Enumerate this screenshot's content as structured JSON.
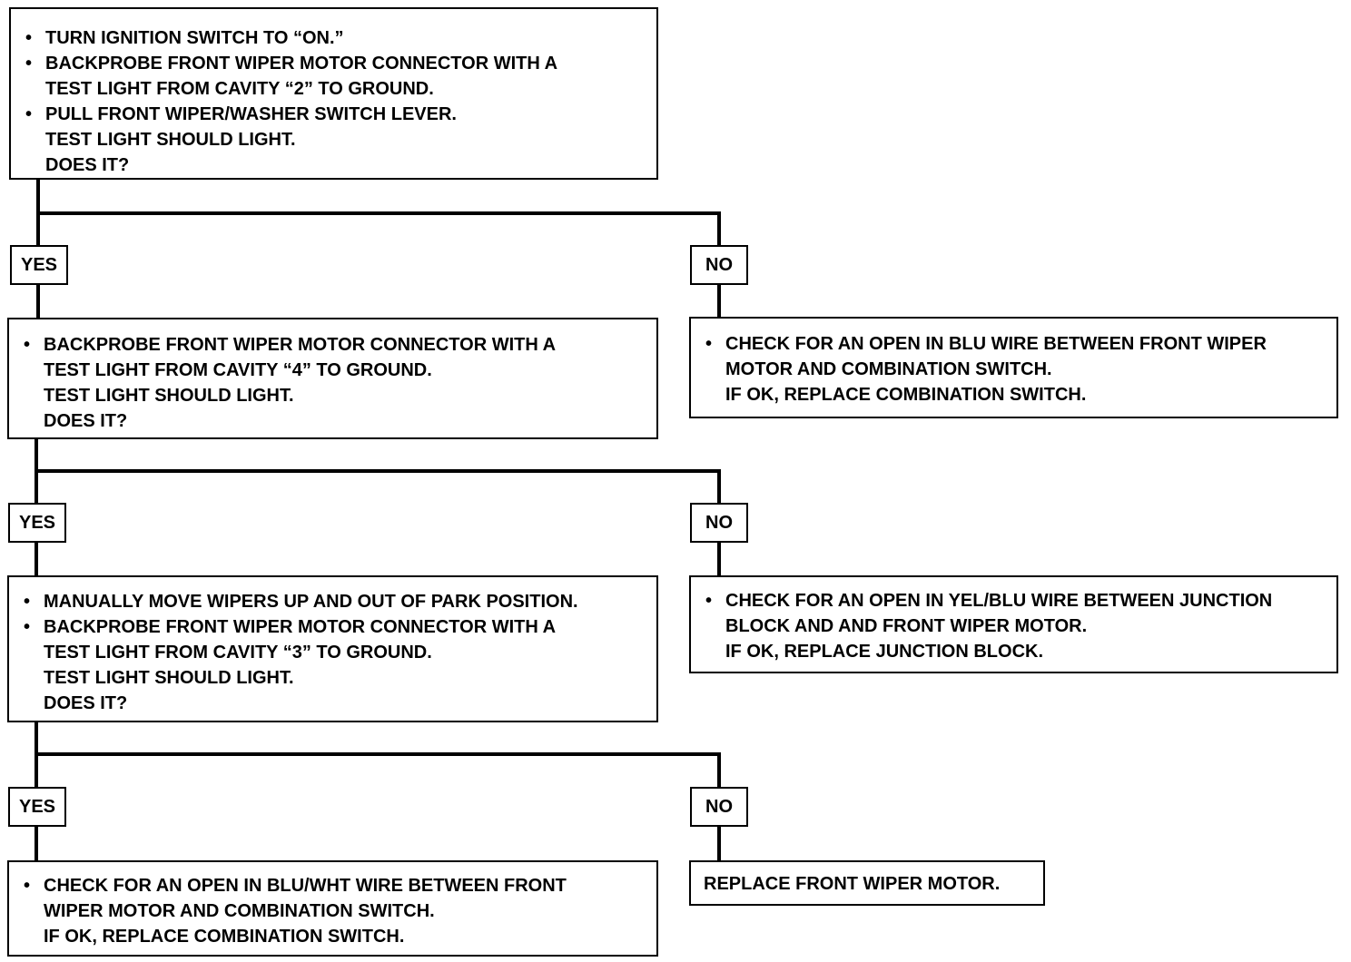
{
  "step1": {
    "items": [
      {
        "bullet": "•",
        "lines": [
          "TURN IGNITION SWITCH TO “ON.”"
        ]
      },
      {
        "bullet": "•",
        "lines": [
          "BACKPROBE FRONT WIPER MOTOR CONNECTOR WITH A",
          "TEST LIGHT FROM CAVITY “2” TO GROUND."
        ]
      },
      {
        "bullet": "•",
        "lines": [
          "PULL FRONT WIPER/WASHER SWITCH LEVER.",
          "TEST LIGHT SHOULD LIGHT.",
          "DOES IT?"
        ]
      }
    ]
  },
  "step1_yes_label": "YES",
  "step1_no_label": "NO",
  "step1_no": {
    "items": [
      {
        "bullet": "•",
        "lines": [
          "CHECK FOR AN OPEN IN BLU WIRE BETWEEN FRONT WIPER",
          "MOTOR AND COMBINATION SWITCH.",
          "IF OK, REPLACE COMBINATION SWITCH."
        ]
      }
    ]
  },
  "step2": {
    "items": [
      {
        "bullet": "•",
        "lines": [
          "BACKPROBE FRONT WIPER MOTOR CONNECTOR WITH A",
          "TEST LIGHT FROM CAVITY “4” TO GROUND.",
          "TEST LIGHT SHOULD LIGHT.",
          "DOES IT?"
        ]
      }
    ]
  },
  "step2_yes_label": "YES",
  "step2_no_label": "NO",
  "step2_no": {
    "items": [
      {
        "bullet": "•",
        "lines": [
          "CHECK FOR AN OPEN IN YEL/BLU WIRE BETWEEN JUNCTION",
          "BLOCK AND AND FRONT WIPER MOTOR.",
          "IF OK, REPLACE JUNCTION BLOCK."
        ]
      }
    ]
  },
  "step3": {
    "items": [
      {
        "bullet": "•",
        "lines": [
          "MANUALLY MOVE WIPERS UP AND OUT OF PARK POSITION."
        ]
      },
      {
        "bullet": "•",
        "lines": [
          "BACKPROBE FRONT WIPER MOTOR CONNECTOR WITH A",
          "TEST LIGHT FROM CAVITY “3” TO GROUND.",
          "TEST LIGHT SHOULD LIGHT.",
          "DOES IT?"
        ]
      }
    ]
  },
  "step3_yes_label": "YES",
  "step3_no_label": "NO",
  "step3_yes": {
    "items": [
      {
        "bullet": "•",
        "lines": [
          "CHECK FOR AN OPEN IN BLU/WHT WIRE BETWEEN FRONT",
          "WIPER MOTOR AND COMBINATION SWITCH.",
          "IF OK, REPLACE COMBINATION SWITCH."
        ]
      }
    ]
  },
  "step3_no": {
    "text": "REPLACE FRONT WIPER MOTOR."
  }
}
